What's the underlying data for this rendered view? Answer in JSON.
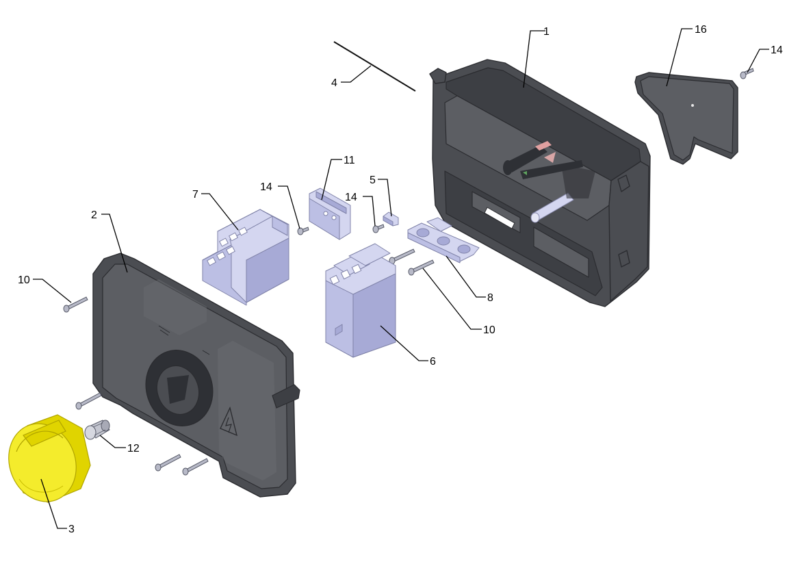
{
  "labels": {
    "l1": "1",
    "l2": "2",
    "l3": "3",
    "l4": "4",
    "l5": "5",
    "l6": "6",
    "l7": "7",
    "l8": "8",
    "l10a": "10",
    "l10b": "10",
    "l11": "11",
    "l12": "12",
    "l14a": "14",
    "l14b": "14",
    "l14c": "14",
    "l16": "16"
  },
  "colors": {
    "housing": "#4b4d52",
    "components": "#bcbfe4",
    "knob": "#f4ec2c"
  }
}
